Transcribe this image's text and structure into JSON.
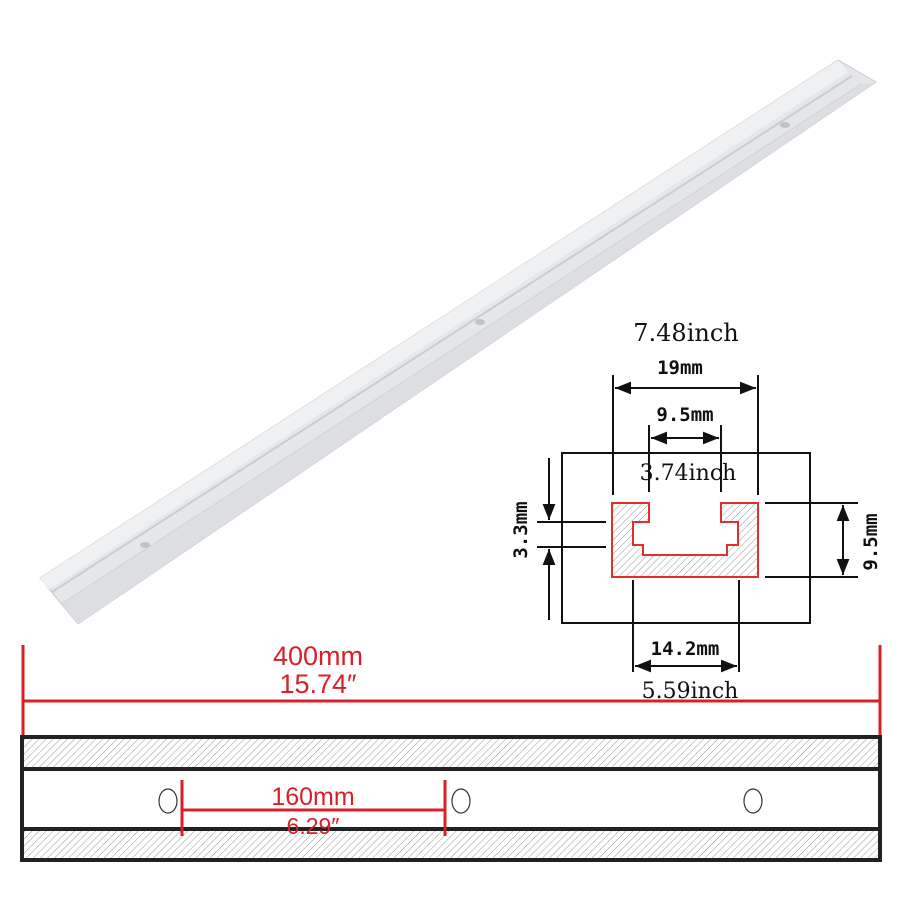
{
  "colors": {
    "accent_red": "#d8202a",
    "profile_red": "#e03030",
    "rail_silver": "#e2e3e6",
    "line": "#111111"
  },
  "product": {
    "name_icon": "t-track-rail-photo"
  },
  "cross_section": {
    "width_in": "7.48inch",
    "width_mm": "19mm",
    "slot_mm": "9.5mm",
    "slot_in": "3.74inch",
    "lip_mm": "3.3mm",
    "height_mm": "9.5mm",
    "inner_mm": "14.2mm",
    "inner_in": "5.59inch"
  },
  "length": {
    "mm": "400mm",
    "in": "15.74″"
  },
  "hole_spacing": {
    "mm": "160mm",
    "in": "6.29″"
  }
}
